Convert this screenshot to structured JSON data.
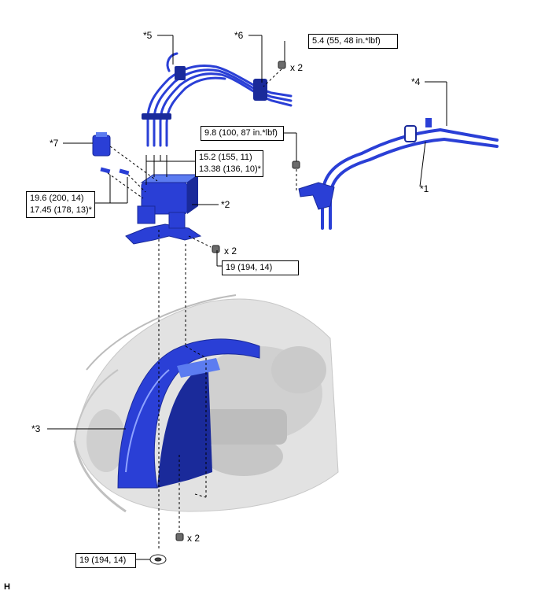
{
  "colors": {
    "part_blue": "#2a3fd6",
    "part_blue_dark": "#1a2a9a",
    "part_blue_light": "#5c7cf0",
    "engine_gray": "#d9d9d9",
    "line": "#000000"
  },
  "callouts": {
    "c1": "*1",
    "c2": "*2",
    "c3": "*3",
    "c4": "*4",
    "c5": "*5",
    "c6": "*6",
    "c7": "*7"
  },
  "multipliers": {
    "m_top": "x 2",
    "m_mid": "x 2",
    "m_bottom": "x 2"
  },
  "torque": {
    "t_top": "5.4 (55, 48 in.*lbf)",
    "t_bracket": "9.8 (100, 87 in.*lbf)",
    "t_lines_1": "15.2 (155, 11)",
    "t_lines_2": "13.38 (136, 10)*",
    "t_left_1": "19.6 (200, 14)",
    "t_left_2": "17.45 (178, 13)*",
    "t_mount": "19 (194, 14)",
    "t_bottom": "19 (194, 14)"
  },
  "corner_code": "H"
}
